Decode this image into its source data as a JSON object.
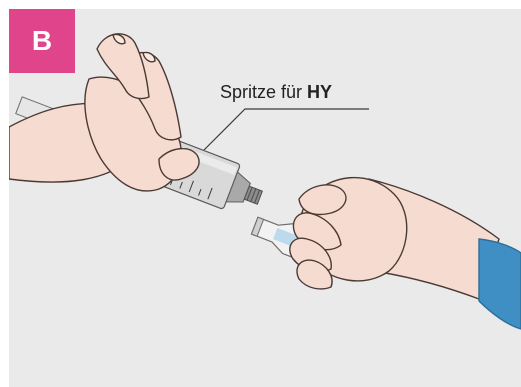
{
  "figure": {
    "step_label": "B",
    "callout_text": "Spritze für ",
    "callout_bold": "HY"
  },
  "colors": {
    "badge": "#e0448a",
    "background": "#eaeaea",
    "skin": "#f6dcd0",
    "sleeve": "#3f8fc4",
    "outline": "#4a3a35"
  },
  "icons": [
    "hand-icon",
    "syringe-icon",
    "vial-icon",
    "sleeve-icon"
  ]
}
